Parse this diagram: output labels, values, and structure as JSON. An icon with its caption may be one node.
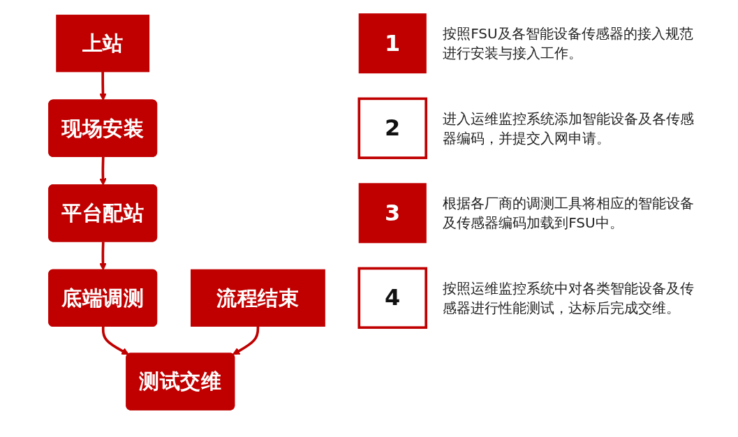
{
  "diagram": {
    "nodes": [
      {
        "text": [
          "上站"
        ]
      },
      {
        "text": [
          "现场安装"
        ]
      },
      {
        "text": [
          "平台配站"
        ]
      },
      {
        "text": [
          "底端调测"
        ]
      },
      {
        "text": [
          "测试交维"
        ]
      },
      {
        "text": [
          "流程结束"
        ]
      },
      {
        "text": [
          "1"
        ],
        "beside": [
          "按照FSU及各智能设备传感器的接入规范进行安装与接入工作。"
        ]
      },
      {
        "text": [
          "2"
        ],
        "beside": [
          "进入运维监控系统添加智能设备及各传感器编码，并提交入网申请。"
        ]
      },
      {
        "text": [
          "3"
        ],
        "beside": [
          "根据各厂商的调测工具将相应的智能设备及传感器编码加载到FSU中。"
        ]
      },
      {
        "text": [
          "4"
        ],
        "beside": [
          "按照运维监控系统中对各类智能设备及传感器进行性能测试，达标后完成交维。"
        ]
      }
    ],
    "edges": [
      {
        "from": 0,
        "to": 1,
        "arrow": "to"
      },
      {
        "from": 1,
        "to": 2,
        "arrow": "to"
      },
      {
        "from": 2,
        "to": 3,
        "arrow": "to"
      },
      {
        "from": 3,
        "to": 4,
        "arrow": "to"
      },
      {
        "from": 5,
        "to": 4,
        "arrow": "to"
      }
    ]
  }
}
